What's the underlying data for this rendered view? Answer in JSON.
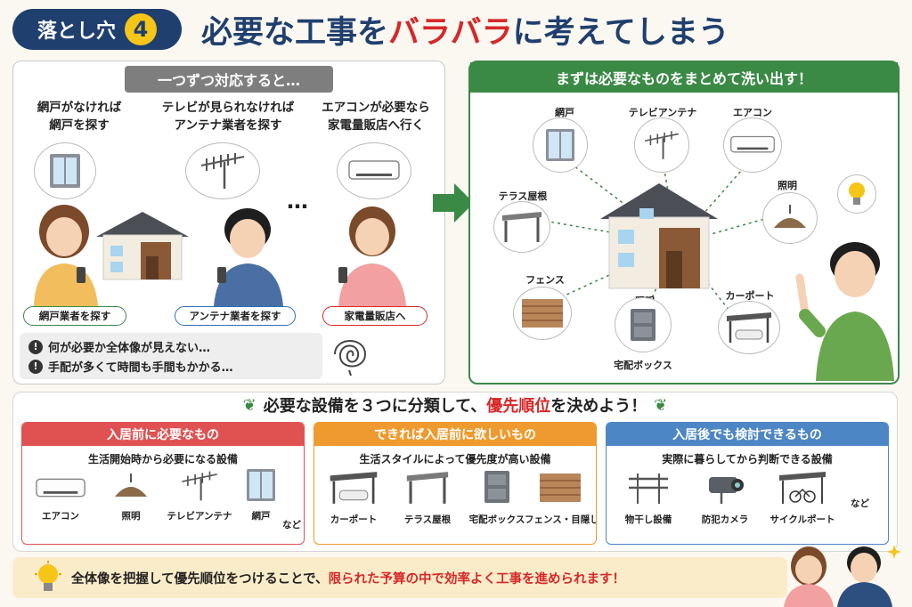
{
  "header": {
    "badge_label": "落とし穴",
    "badge_number": "4",
    "title_before": "必要な工事を",
    "title_emph": "バラバラ",
    "title_after": "に考えてしまう",
    "emph_color": "#d62828",
    "navy_color": "#1f3f6e"
  },
  "left": {
    "heading": "一つずつ対応すると…",
    "scenarios": [
      {
        "caption_line1": "網戸がなければ",
        "caption_line2": "網戸を探す",
        "pill": "網戸業者を探す",
        "pill_color": "#3a8a46",
        "thought_icon": "window-icon"
      },
      {
        "caption_line1": "テレビが見られなければ",
        "caption_line2": "アンテナ業者を探す",
        "pill": "アンテナ業者を探す",
        "pill_color": "#2d6fb5",
        "thought_icon": "tv-antenna-icon"
      },
      {
        "caption_line1": "エアコンが必要なら",
        "caption_line2": "家電量販店へ行く",
        "pill": "家電量販店へ",
        "pill_color": "#d62828",
        "thought_icon": "air-conditioner-icon"
      }
    ],
    "ellipsis": "…",
    "issues": [
      "何が必要か全体像が見えない…",
      "手配が多くて時間も手間もかかる…"
    ]
  },
  "right": {
    "heading": "まずは必要なものをまとめて洗い出す！",
    "items": {
      "amido": "網戸",
      "antenna": "テレビアンテナ",
      "aircon": "エアコン",
      "terrace": "テラス屋根",
      "light": "照明",
      "fence": "フェンス",
      "light2": "照明",
      "box": "宅配ボックス",
      "carport": "カーポート"
    },
    "accent_color": "#3a8a46"
  },
  "classify": {
    "title_before": "必要な設備を３つに分類して、",
    "title_emph": "優先順位",
    "title_after": "を決めよう！",
    "categories": [
      {
        "heading": "入居前に必要なもの",
        "subtitle": "生活開始時から必要になる設備",
        "color": "#e05252",
        "items": [
          "エアコン",
          "照明",
          "テレビアンテナ",
          "網戸"
        ],
        "nado": "など"
      },
      {
        "heading": "できれば入居前に欲しいもの",
        "subtitle": "生活スタイルによって優先度が高い設備",
        "color": "#ef9a2e",
        "items": [
          "カーポート",
          "テラス屋根",
          "宅配ボックス",
          "フェンス・目隠し"
        ],
        "nado": ""
      },
      {
        "heading": "入居後でも検討できるもの",
        "subtitle": "実際に暮らしてから判断できる設備",
        "color": "#4d86c4",
        "items": [
          "物干し設備",
          "防犯カメラ",
          "サイクルポート"
        ],
        "nado": "など"
      }
    ]
  },
  "footer": {
    "text_before": "全体像を把握して優先順位をつけることで、",
    "text_emph": "限られた予算の中で効率よく工事を進められます！"
  }
}
